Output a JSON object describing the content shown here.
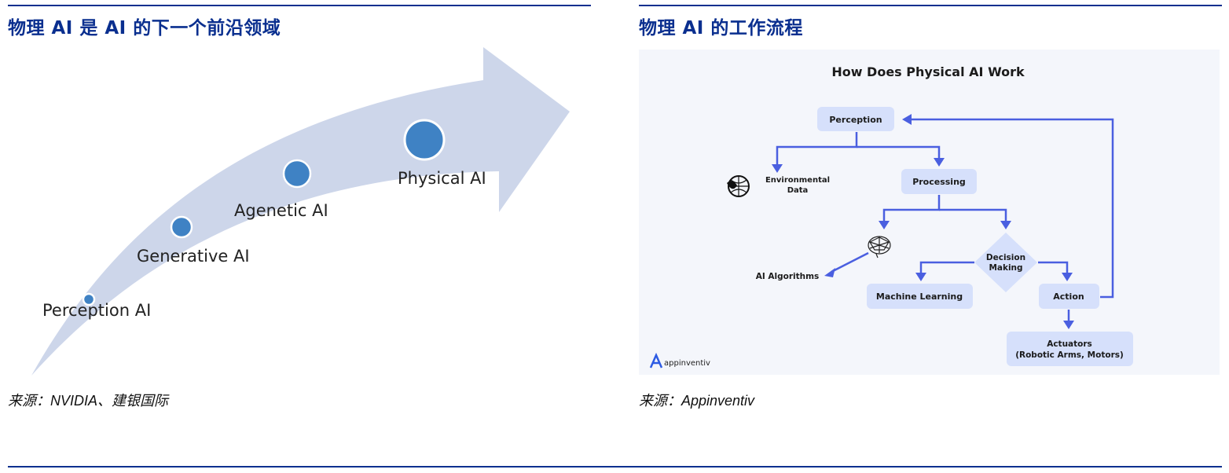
{
  "left": {
    "title": "物理 AI 是 AI 的下一个前沿领域",
    "stages": [
      "Perception AI",
      "Generative AI",
      "Agenetic AI",
      "Physical AI"
    ],
    "source": "来源：NVIDIA、建银国际"
  },
  "right": {
    "title": "物理 AI 的工作流程",
    "diagram": {
      "heading": "How Does Physical AI Work",
      "perception": "Perception",
      "environmental_data": [
        "Environmental",
        "Data"
      ],
      "processing": "Processing",
      "ai_algorithms": "AI Algorithms",
      "decision_making": [
        "Decision",
        "Making"
      ],
      "machine_learning": "Machine Learning",
      "action": "Action",
      "actuators": [
        "Actuators",
        "(Robotic Arms, Motors)"
      ],
      "logo": "appinventiv"
    },
    "source": "来源：Appinventiv"
  },
  "colors": {
    "brand": "#0a2f8f",
    "arrow": "#cdd6ea",
    "dot": "#3f82c4",
    "flow": "#4a5fe0",
    "box": "#d6e0fb"
  }
}
